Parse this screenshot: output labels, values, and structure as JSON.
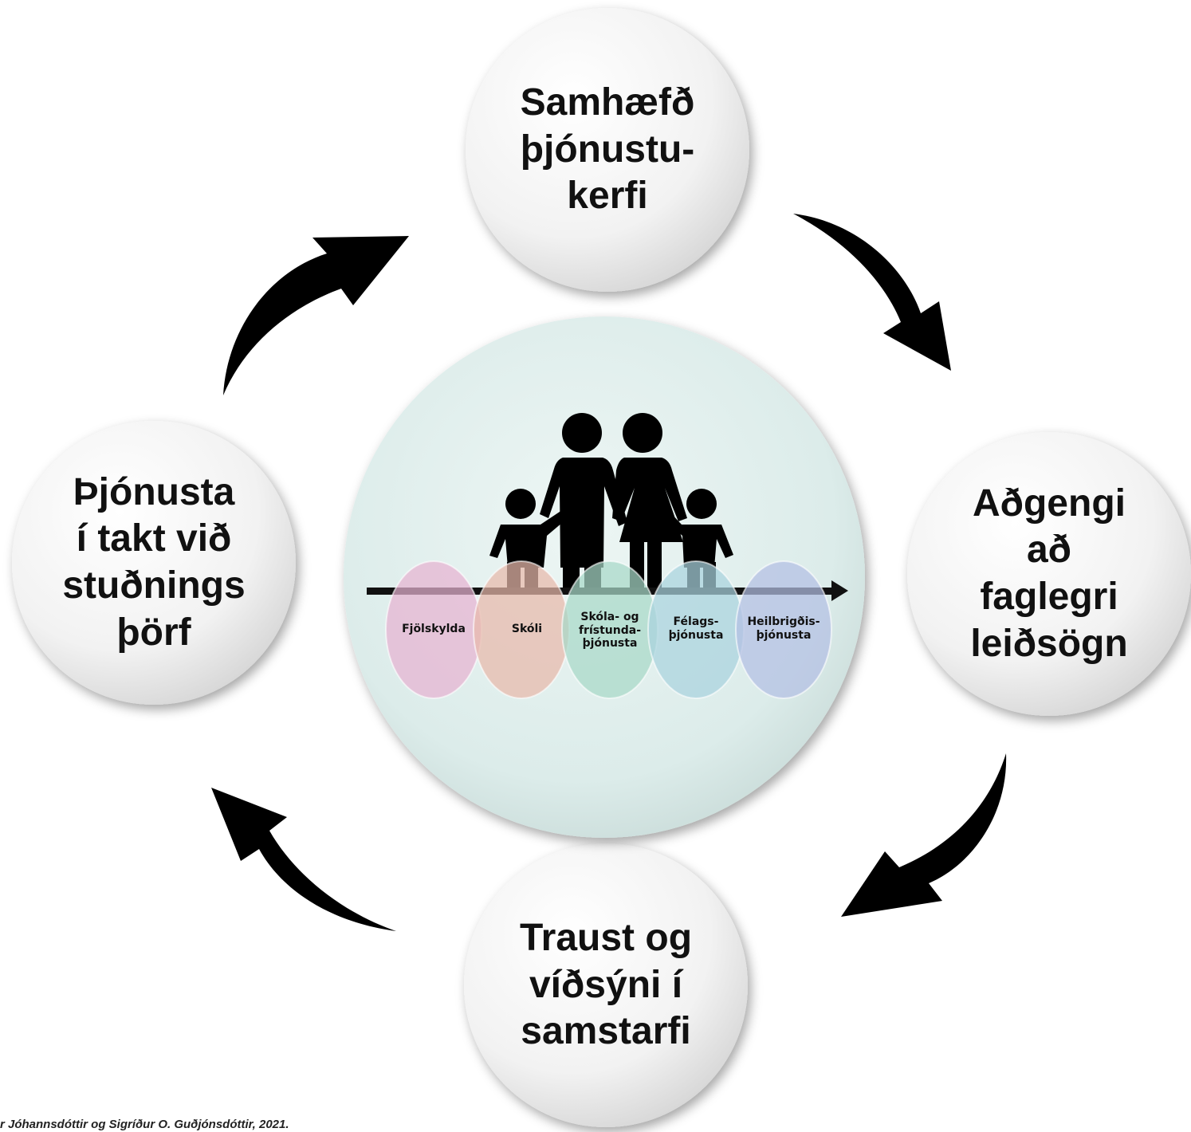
{
  "colors": {
    "circle_fill": "#f1f1f1",
    "center_fill": "#d9ebe8",
    "arrow": "#000000",
    "family": "#000000",
    "service_colors": [
      "#e6b3d1",
      "#e8b8aa",
      "#a8d8c8",
      "#a9d2de",
      "#b3bfe3"
    ]
  },
  "nodes": {
    "top": "Samhæfð\nþjónustu-\nkerfi",
    "right": "Aðgengi\nað\nfaglegri\nleiðsögn",
    "bottom": "Traust og\nvíðsýni í\nsamstarfi",
    "left": "Þjónusta\ní takt við\nstuðnings\nþörf"
  },
  "center": {
    "icon": "family-icon",
    "services": [
      {
        "label": "Fjölskylda"
      },
      {
        "label": "Skóli"
      },
      {
        "label": "Skóla- og\nfrístunda-\nþjónusta"
      },
      {
        "label": "Félags-\nþjónusta"
      },
      {
        "label": "Heilbrigðis-\nþjónusta"
      }
    ]
  },
  "credit": "r Jóhannsdóttir og Sigríður O. Guðjónsdóttir, 2021."
}
